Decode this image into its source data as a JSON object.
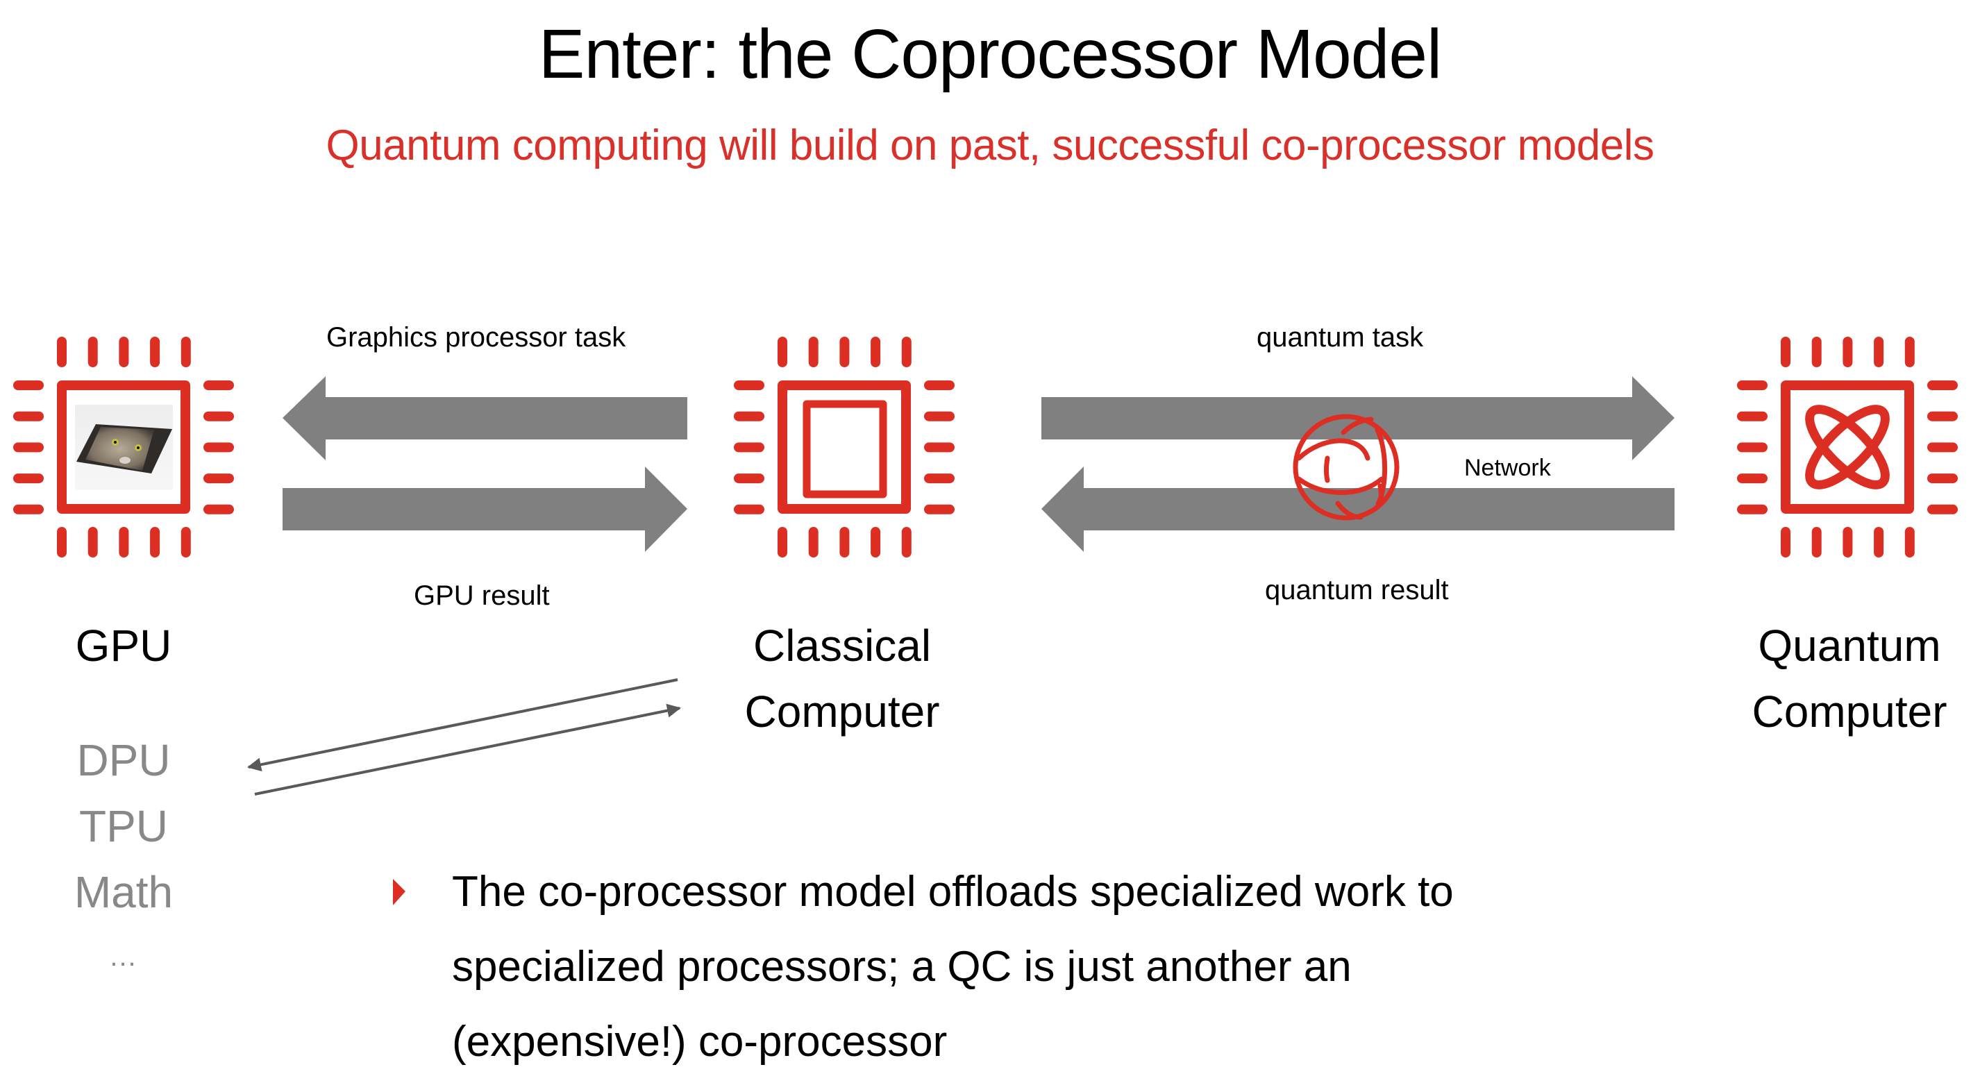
{
  "slide": {
    "title": "Enter: the Coprocessor Model",
    "subtitle": "Quantum computing will build on past, successful co-processor models"
  },
  "colors": {
    "accent_red": "#dc2e22",
    "arrow_gray": "#808080",
    "thin_arrow_gray": "#595959",
    "secondary_text_gray": "#888888"
  },
  "nodes": {
    "gpu": {
      "label": "GPU",
      "icon": "cpu-chip-with-cat-image-icon"
    },
    "classical": {
      "label_line1": "Classical",
      "label_line2": "Computer",
      "icon": "cpu-chip-icon"
    },
    "quantum": {
      "label_line1": "Quantum",
      "label_line2": "Computer",
      "icon": "quantum-chip-atom-icon"
    }
  },
  "arrows": {
    "gpu_task": "Graphics processor task",
    "gpu_result": "GPU result",
    "quantum_task": "quantum task",
    "quantum_result": "quantum result",
    "network": "Network",
    "network_icon": "globe-icon"
  },
  "other_processors": [
    "DPU",
    "TPU",
    "Math",
    "..."
  ],
  "bullets": [
    "The co-processor model offloads specialized work to specialized processors; a QC is just another an (expensive!) co-processor"
  ]
}
